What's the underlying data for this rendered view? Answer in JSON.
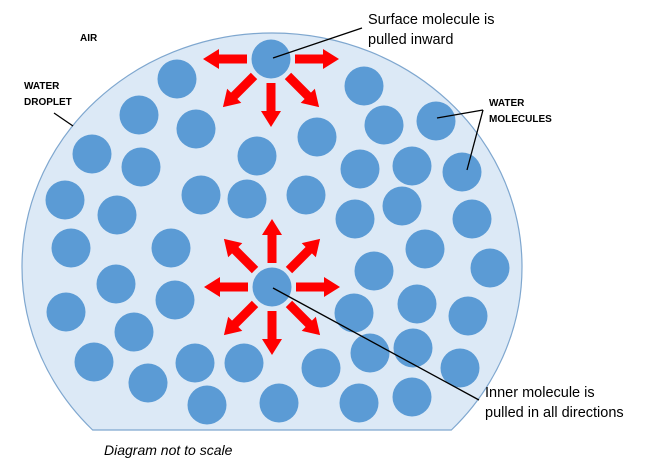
{
  "labels": {
    "air": "AIR",
    "droplet_line1": "WATER",
    "droplet_line2": "DROPLET",
    "molecules_line1": "WATER",
    "molecules_line2": "MOLECULES",
    "surface_line1": "Surface molecule is",
    "surface_line2": "pulled inward",
    "inner_line1": "Inner molecule is",
    "inner_line2": "pulled in all directions",
    "note": "Diagram not to scale"
  },
  "colors": {
    "molecule": "#5b9bd5",
    "droplet_fill": "#dce9f6",
    "droplet_stroke": "#7fa7cf",
    "arrow": "#ff0000",
    "leader": "#000000"
  }
}
